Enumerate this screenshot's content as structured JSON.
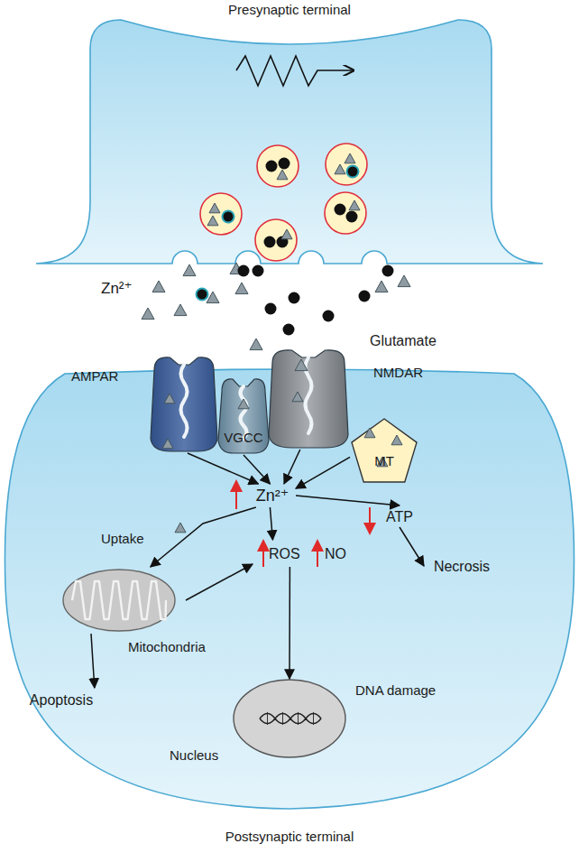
{
  "diagram": {
    "nodes": [
      {
        "text": [
          "Presynaptic terminal"
        ]
      },
      {
        "text": [
          "Postsynaptic terminal"
        ]
      },
      {
        "text": [
          "AMPAR"
        ],
        "in": 1
      },
      {
        "text": [
          "VGCC"
        ],
        "in": 1
      },
      {
        "text": [
          "NMDAR"
        ],
        "in": 1
      },
      {
        "text": [
          "MT"
        ],
        "in": 1
      },
      {
        "text": [
          "Zn²⁺"
        ],
        "in": 1
      },
      {
        "text": [
          "ATP"
        ],
        "in": 1
      },
      {
        "text": [
          "ROS",
          "NO"
        ],
        "in": 1
      },
      {
        "text": [
          "Necrosis"
        ],
        "in": 1
      },
      {
        "text": [
          "Mitochondria"
        ],
        "in": 1
      },
      {
        "text": [
          "Apoptosis"
        ],
        "in": 1
      },
      {
        "text": [
          "Nucleus",
          "DNA damage"
        ],
        "in": 1
      }
    ],
    "edges": [
      {
        "from": 2,
        "to": 6,
        "arrow": "to"
      },
      {
        "from": 3,
        "to": 6,
        "arrow": "to"
      },
      {
        "from": 4,
        "to": 6,
        "arrow": "to"
      },
      {
        "from": 5,
        "to": 6,
        "arrow": "to"
      },
      {
        "from": 6,
        "to": 8,
        "arrow": "to"
      },
      {
        "from": 6,
        "to": 7,
        "arrow": "to"
      },
      {
        "from": 7,
        "to": 9,
        "arrow": "to"
      },
      {
        "from": 6,
        "to": 10,
        "label": "Uptake",
        "arrow": "to"
      },
      {
        "from": 10,
        "to": 8,
        "arrow": "to"
      },
      {
        "from": 10,
        "to": 11,
        "arrow": "to"
      },
      {
        "from": 8,
        "to": 12,
        "arrow": "to"
      }
    ],
    "labels": [
      "Zn²⁺",
      "Glutamate"
    ]
  }
}
